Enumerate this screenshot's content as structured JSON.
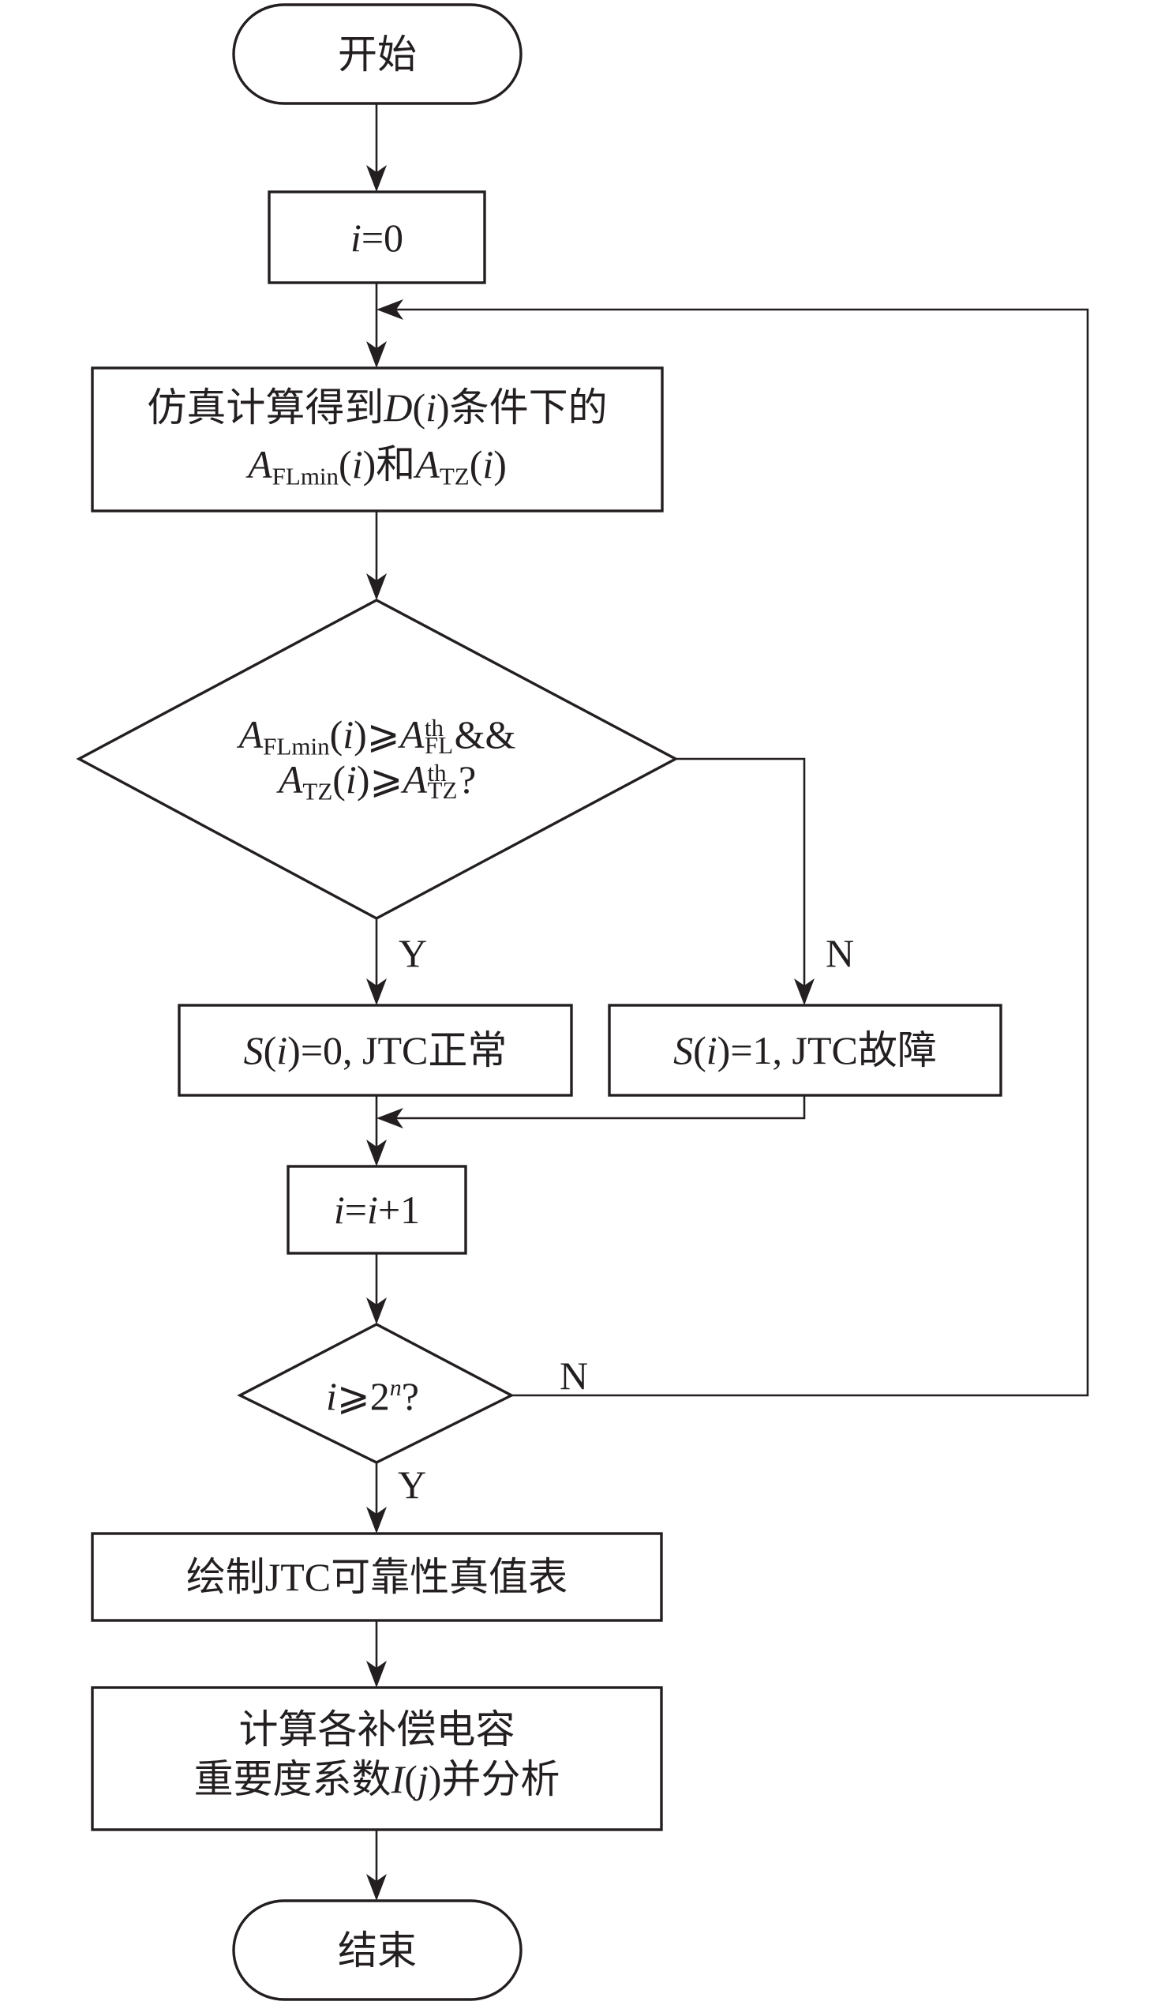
{
  "figure": {
    "kind": "flowchart",
    "colors": {
      "stroke": "#231f20",
      "background": "#ffffff"
    },
    "nodes": {
      "start": {
        "shape": "terminator",
        "lines": [
          [
            {
              "text": "开始"
            }
          ]
        ]
      },
      "init": {
        "shape": "process",
        "lines": [
          [
            {
              "text": "i",
              "italic": true
            },
            {
              "text": "=0"
            }
          ]
        ]
      },
      "simulate": {
        "shape": "process",
        "lines": [
          [
            {
              "text": "仿真计算得到"
            },
            {
              "text": "D",
              "italic": true
            },
            {
              "text": "("
            },
            {
              "text": "i",
              "italic": true
            },
            {
              "text": ")"
            },
            {
              "text": "条件下的"
            }
          ],
          [
            {
              "text": "A",
              "italic": true
            },
            {
              "text": "FLmin",
              "pos": "sub"
            },
            {
              "text": "("
            },
            {
              "text": "i",
              "italic": true
            },
            {
              "text": ")和"
            },
            {
              "text": "A",
              "italic": true
            },
            {
              "text": "TZ",
              "pos": "sub"
            },
            {
              "text": "("
            },
            {
              "text": "i",
              "italic": true
            },
            {
              "text": ")"
            }
          ]
        ]
      },
      "check_threshold": {
        "shape": "decision",
        "lines": [
          [
            {
              "text": "A",
              "italic": true
            },
            {
              "text": "FLmin",
              "pos": "sub"
            },
            {
              "text": "("
            },
            {
              "text": "i",
              "italic": true
            },
            {
              "text": ")⩾"
            },
            {
              "text": "A",
              "italic": true
            },
            {
              "pos": "subsup",
              "sup": "th",
              "sub": "FL"
            },
            {
              "text": "&&"
            }
          ],
          [
            {
              "text": "A",
              "italic": true
            },
            {
              "text": "TZ",
              "pos": "sub"
            },
            {
              "text": "("
            },
            {
              "text": "i",
              "italic": true
            },
            {
              "text": ")⩾"
            },
            {
              "text": "A",
              "italic": true
            },
            {
              "pos": "subsup",
              "sup": "th",
              "sub": "TZ"
            },
            {
              "text": "?"
            }
          ]
        ]
      },
      "normal": {
        "shape": "process",
        "lines": [
          [
            {
              "text": "S",
              "italic": true
            },
            {
              "text": "("
            },
            {
              "text": "i",
              "italic": true
            },
            {
              "text": ")=0, JTC正常"
            }
          ]
        ]
      },
      "fault": {
        "shape": "process",
        "lines": [
          [
            {
              "text": "S",
              "italic": true
            },
            {
              "text": "("
            },
            {
              "text": "i",
              "italic": true
            },
            {
              "text": ")=1, JTC故障"
            }
          ]
        ]
      },
      "increment": {
        "shape": "process",
        "lines": [
          [
            {
              "text": "i",
              "italic": true
            },
            {
              "text": "="
            },
            {
              "text": "i",
              "italic": true
            },
            {
              "text": "+1"
            }
          ]
        ]
      },
      "check_loop": {
        "shape": "decision",
        "lines": [
          [
            {
              "text": "i",
              "italic": true
            },
            {
              "text": "⩾2"
            },
            {
              "text": "n",
              "italic": true,
              "pos": "sup"
            },
            {
              "text": "?"
            }
          ]
        ]
      },
      "truth_table": {
        "shape": "process",
        "lines": [
          [
            {
              "text": "绘制JTC可靠性真值表"
            }
          ]
        ]
      },
      "importance": {
        "shape": "process",
        "lines": [
          [
            {
              "text": "计算各补偿电容"
            }
          ],
          [
            {
              "text": "重要度系数"
            },
            {
              "text": "I",
              "italic": true
            },
            {
              "text": "("
            },
            {
              "text": "j",
              "italic": true
            },
            {
              "text": ")并分析"
            }
          ]
        ]
      },
      "end": {
        "shape": "terminator",
        "lines": [
          [
            {
              "text": "结束"
            }
          ]
        ]
      }
    },
    "edges": [
      {
        "from": "start",
        "to": "init"
      },
      {
        "from": "init",
        "to": "simulate"
      },
      {
        "from": "simulate",
        "to": "check_threshold"
      },
      {
        "from": "check_threshold",
        "to": "normal",
        "label": "Y"
      },
      {
        "from": "check_threshold",
        "to": "fault",
        "label": "N"
      },
      {
        "from": "normal",
        "to": "increment"
      },
      {
        "from": "fault",
        "to": "increment"
      },
      {
        "from": "increment",
        "to": "check_loop"
      },
      {
        "from": "check_loop",
        "to": "simulate",
        "label": "N"
      },
      {
        "from": "check_loop",
        "to": "truth_table",
        "label": "Y"
      },
      {
        "from": "truth_table",
        "to": "importance"
      },
      {
        "from": "importance",
        "to": "end"
      }
    ]
  }
}
